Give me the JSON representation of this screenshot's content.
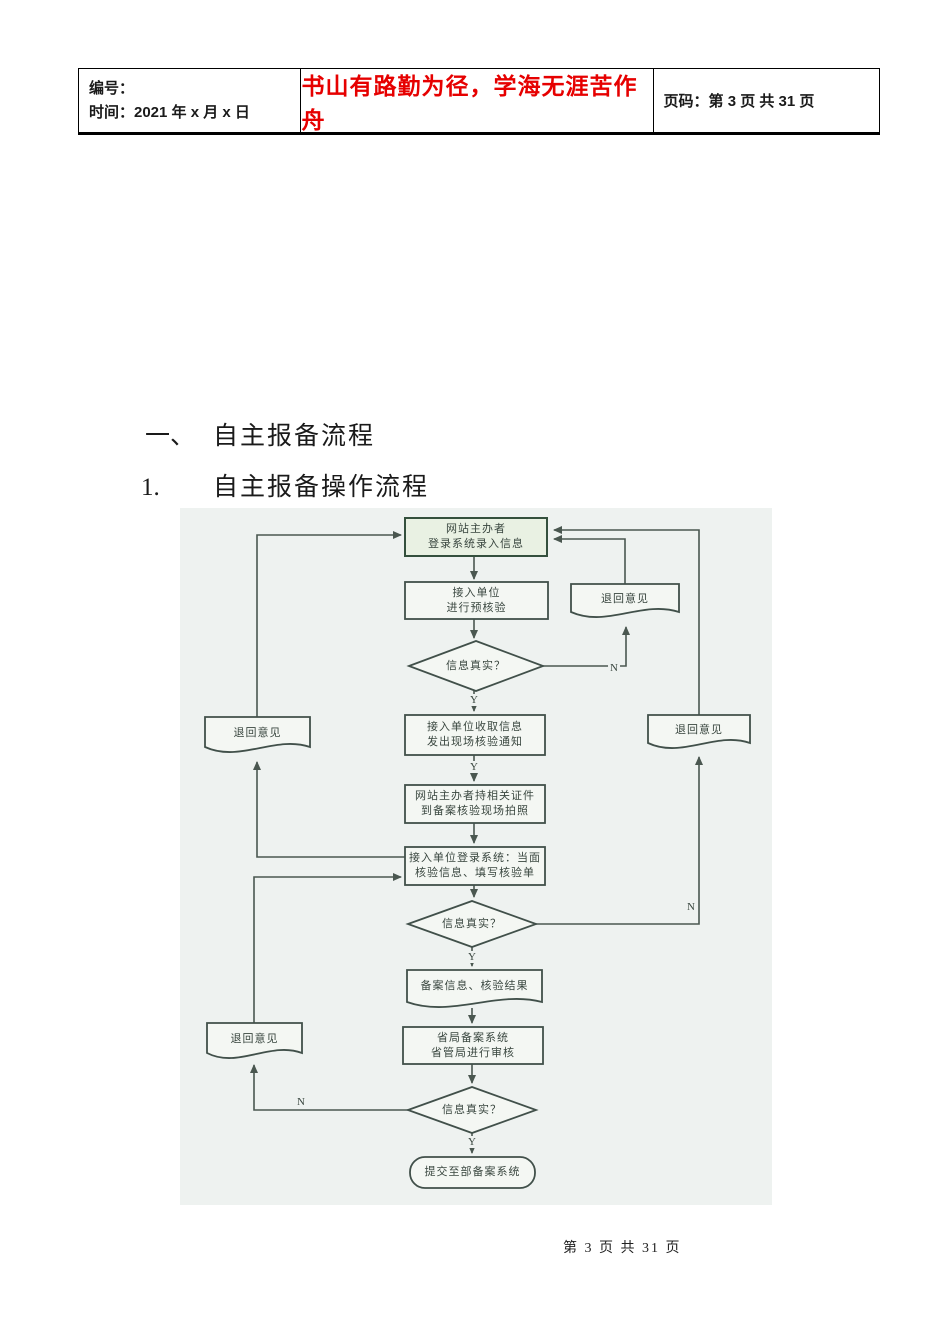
{
  "header": {
    "number_label": "编号：",
    "time_label": "时间：2021 年 x 月 x 日",
    "motto": "书山有路勤为径，学海无涯苦作舟",
    "page_label": "页码：第 3 页  共 31 页"
  },
  "headings": {
    "section_num": "一、",
    "section_title": "自主报备流程",
    "sub_num": "1.",
    "sub_title": "自主报备操作流程"
  },
  "flowchart": {
    "nodes": {
      "start": "网站主办者\n登录系统录入信息",
      "precheck": "接入单位\n进行预核验",
      "decision1": "信息真实？",
      "notify": "接入单位收取信息\n发出现场核验通知",
      "photo": "网站主办者持相关证件\n到备案核验现场拍照",
      "verify": "接入单位登录系统：当面\n核验信息、填写核验单",
      "decision2": "信息真实？",
      "result_doc": "备案信息、核验结果",
      "review": "省局备案系统\n省管局进行审核",
      "decision3": "信息真实？",
      "submit": "提交至部备案系统",
      "return_left_top": "退回意见",
      "return_left_bottom": "退回意见",
      "return_right_top": "退回意见",
      "return_right_mid": "退回意见"
    },
    "labels": {
      "yes": "Y",
      "no": "N"
    }
  },
  "footer": {
    "page_text": "第 3 页 共 31 页"
  },
  "colors": {
    "motto_red": "#e60000",
    "chart_line": "#4a5750",
    "panel_bg": "#eef2f0",
    "node_fill": "#f4f7f3",
    "start_fill": "#e9f1e3"
  }
}
